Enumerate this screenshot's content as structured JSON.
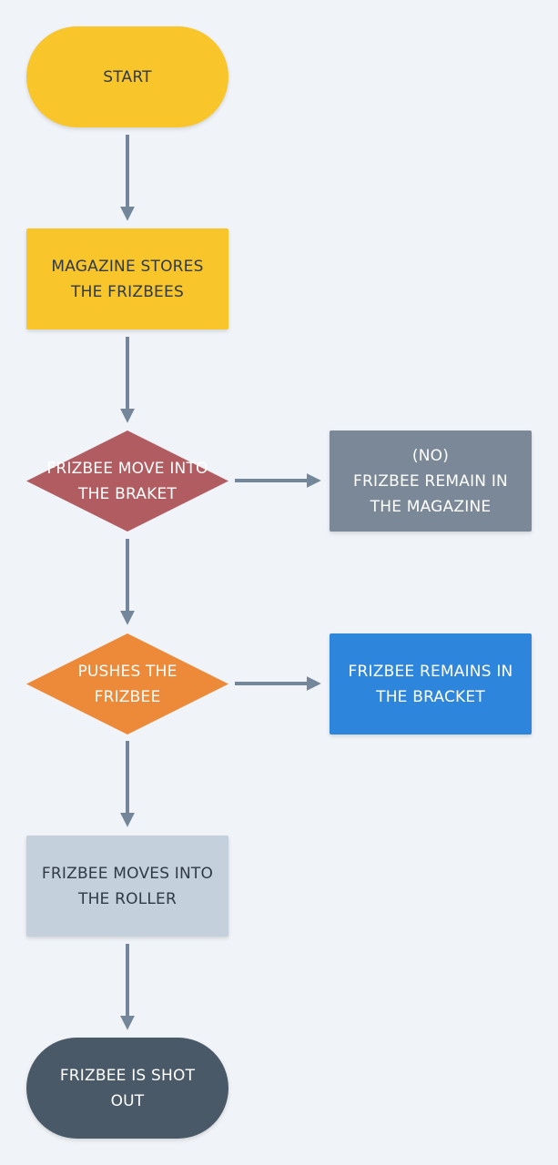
{
  "flowchart": {
    "nodes": [
      {
        "id": "start",
        "shape": "terminal",
        "label": "START"
      },
      {
        "id": "magazine",
        "shape": "process",
        "label": "MAGAZINE STORES\nTHE FRIZBEES"
      },
      {
        "id": "move-into-braket",
        "shape": "decision",
        "label": "FRIZBEE MOVE INTO\nTHE BRAKET"
      },
      {
        "id": "remain-magazine",
        "shape": "process",
        "label": "(NO)\nFRIZBEE REMAIN IN\nTHE MAGAZINE"
      },
      {
        "id": "pushes",
        "shape": "decision",
        "label": "PUSHES THE\nFRIZBEE"
      },
      {
        "id": "remains-bracket",
        "shape": "process",
        "label": "FRIZBEE REMAINS IN\nTHE BRACKET"
      },
      {
        "id": "moves-roller",
        "shape": "process",
        "label": "FRIZBEE MOVES INTO\nTHE ROLLER"
      },
      {
        "id": "shot-out",
        "shape": "terminal",
        "label": "FRIZBEE IS SHOT\nOUT"
      }
    ],
    "edges": [
      {
        "from": "start",
        "to": "magazine"
      },
      {
        "from": "magazine",
        "to": "move-into-braket"
      },
      {
        "from": "move-into-braket",
        "to": "remain-magazine"
      },
      {
        "from": "move-into-braket",
        "to": "pushes"
      },
      {
        "from": "pushes",
        "to": "remains-bracket"
      },
      {
        "from": "pushes",
        "to": "moves-roller"
      },
      {
        "from": "moves-roller",
        "to": "shot-out"
      }
    ]
  },
  "colors": {
    "background": "#f0f3f7",
    "start": "#f8c52b",
    "magazine": "#f8c52b",
    "decision_braket": "#b05c60",
    "remain_magazine": "#7b8898",
    "decision_pushes": "#ec8a39",
    "remains_bracket": "#2e86dc",
    "moves_roller": "#c4d0dc",
    "shot_out": "#4a5967",
    "connector": "#74869a",
    "dark_text": "#2f3a46",
    "light_text": "#ffffff"
  }
}
